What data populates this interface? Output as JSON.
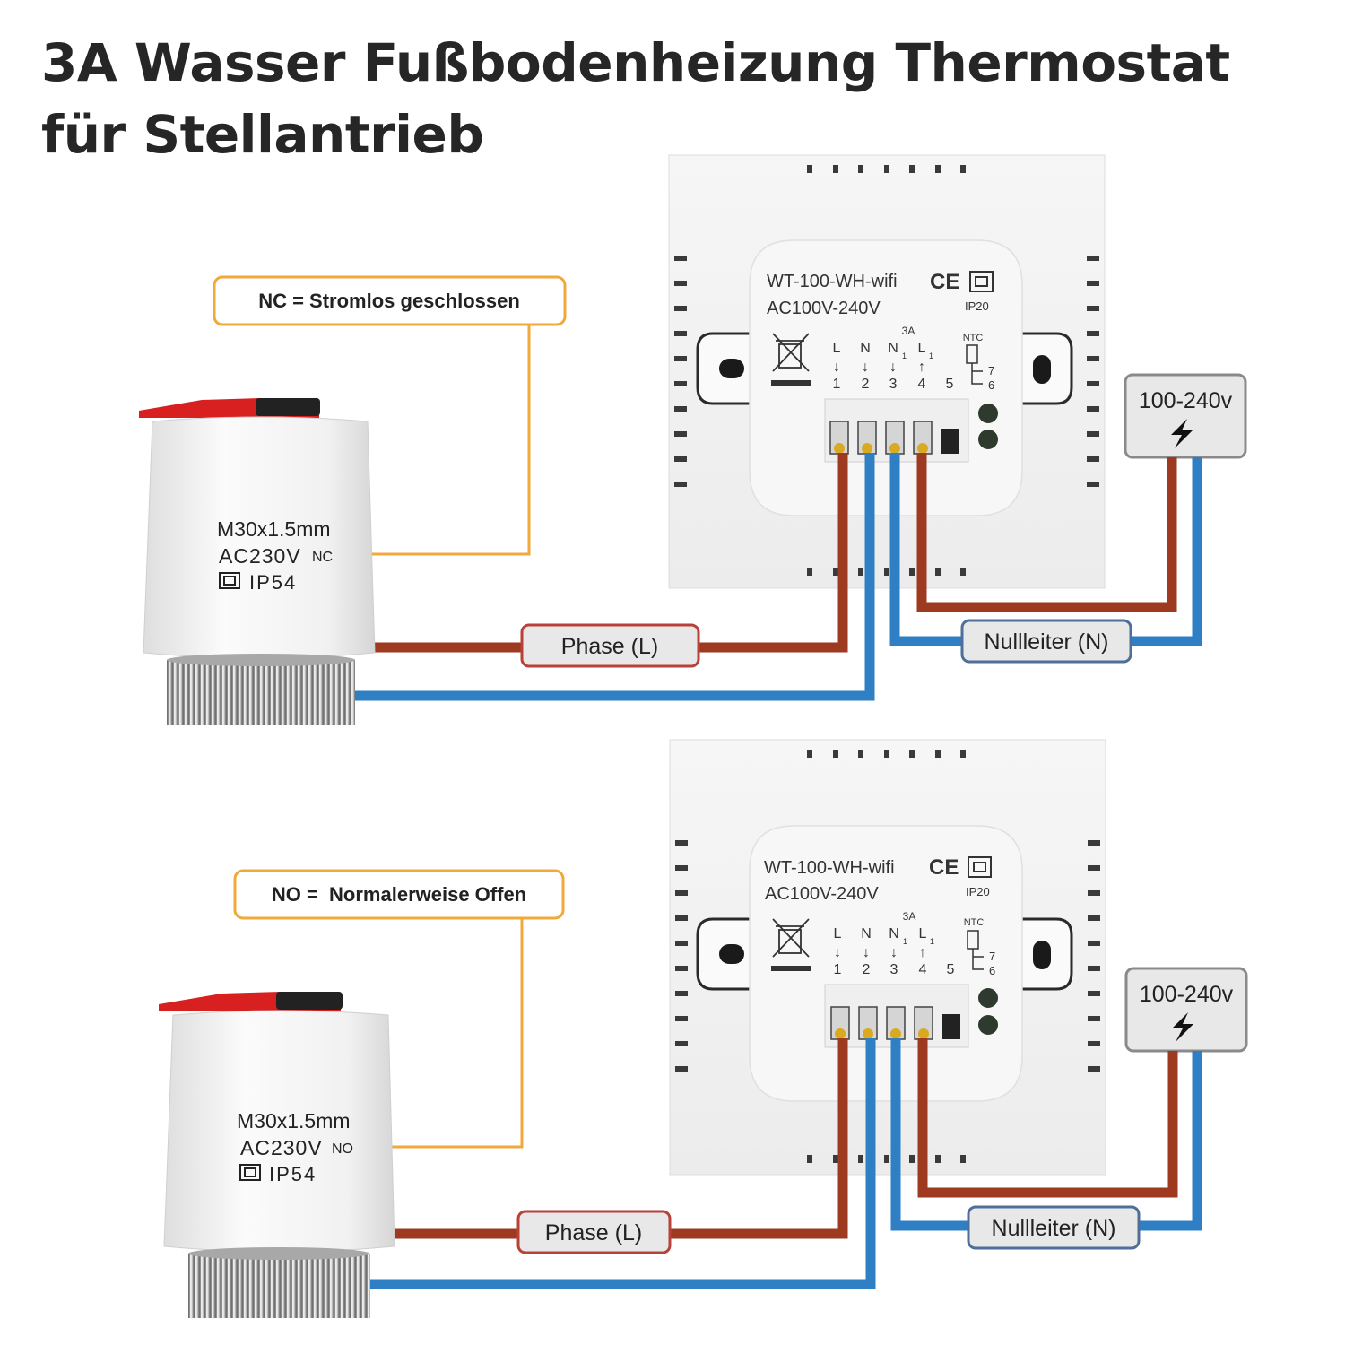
{
  "title": {
    "line1": "3A Wasser Fußbodenheizung Thermostat",
    "line2": "für Stellantrieb"
  },
  "colors": {
    "phase_wire": "#9e3a1f",
    "neutral_wire": "#2f7fc4",
    "callout_border": "#f0a93a",
    "label_border_phase": "#b8413a",
    "label_border_neutral": "#4d6f9a",
    "label_fill": "#e8e8e8",
    "actuator_cap": "#d92020"
  },
  "icons": {
    "power": "lightning-bolt-icon",
    "weee": "crossed-bin-icon",
    "class2": "double-square-icon",
    "ce": "ce-mark-icon"
  },
  "diagrams": [
    {
      "callout": "NC = Stromlos geschlossen",
      "actuator": {
        "line1": "M30x1.5mm",
        "line2": "AC230V",
        "mode": "NC",
        "rating": "IP54"
      },
      "thermostat": {
        "model": "WT-100-WH-wifi",
        "voltage": "AC100V-240V",
        "ip": "IP20",
        "current": "3A",
        "ntc": "NTC",
        "terminals": [
          {
            "top": "L",
            "sub": "",
            "arrow": "↓",
            "num": "1"
          },
          {
            "top": "N",
            "sub": "",
            "arrow": "↓",
            "num": "2"
          },
          {
            "top": "N",
            "sub": "1",
            "arrow": "↓",
            "num": "3"
          },
          {
            "top": "L",
            "sub": "1",
            "arrow": "↑",
            "num": "4"
          },
          {
            "top": "",
            "sub": "",
            "arrow": "",
            "num": "5"
          }
        ],
        "ntc_pins": [
          "7",
          "6"
        ]
      },
      "power": "100-240v",
      "phase_label": "Phase (L)",
      "neutral_label": "Nullleiter (N)"
    },
    {
      "callout": "NO =  Normalerweise Offen",
      "actuator": {
        "line1": "M30x1.5mm",
        "line2": "AC230V",
        "mode": "NO",
        "rating": "IP54"
      },
      "thermostat": {
        "model": "WT-100-WH-wifi",
        "voltage": "AC100V-240V",
        "ip": "IP20",
        "current": "3A",
        "ntc": "NTC",
        "terminals": [
          {
            "top": "L",
            "sub": "",
            "arrow": "↓",
            "num": "1"
          },
          {
            "top": "N",
            "sub": "",
            "arrow": "↓",
            "num": "2"
          },
          {
            "top": "N",
            "sub": "1",
            "arrow": "↓",
            "num": "3"
          },
          {
            "top": "L",
            "sub": "1",
            "arrow": "↑",
            "num": "4"
          },
          {
            "top": "",
            "sub": "",
            "arrow": "",
            "num": "5"
          }
        ],
        "ntc_pins": [
          "7",
          "6"
        ]
      },
      "power": "100-240v",
      "phase_label": "Phase (L)",
      "neutral_label": "Nullleiter (N)"
    }
  ]
}
